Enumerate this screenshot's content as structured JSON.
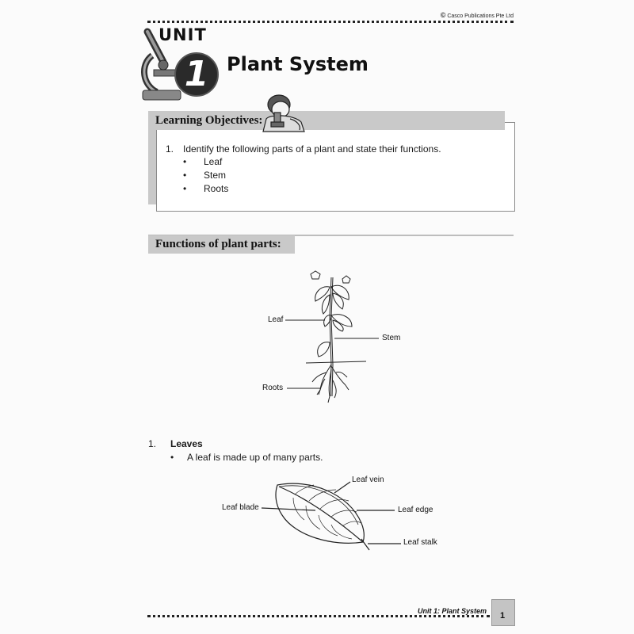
{
  "header": {
    "copyright_symbol": "©",
    "copyright": "Casco Publications Pte Ltd"
  },
  "unit": {
    "word": "UNIT",
    "number": "1",
    "title": "Plant System"
  },
  "objectives": {
    "heading": "Learning Objectives:",
    "item_number": "1.",
    "item_text": "Identify the following parts of a plant and state their functions.",
    "bullet": "•",
    "parts": [
      "Leaf",
      "Stem",
      "Roots"
    ]
  },
  "functions": {
    "heading": "Functions of plant parts:"
  },
  "plant_diagram": {
    "labels": {
      "leaf": "Leaf",
      "stem": "Stem",
      "roots": "Roots"
    }
  },
  "section1": {
    "number": "1.",
    "title": "Leaves",
    "bullet": "•",
    "text": "A leaf is made up of many parts."
  },
  "leaf_diagram": {
    "labels": {
      "vein": "Leaf vein",
      "blade": "Leaf blade",
      "edge": "Leaf edge",
      "stalk": "Leaf stalk"
    }
  },
  "footer": {
    "running_title": "Unit 1: Plant System",
    "page_number": "1"
  },
  "colors": {
    "header_band": "#c9c9c9",
    "text": "#1a1a1a"
  }
}
